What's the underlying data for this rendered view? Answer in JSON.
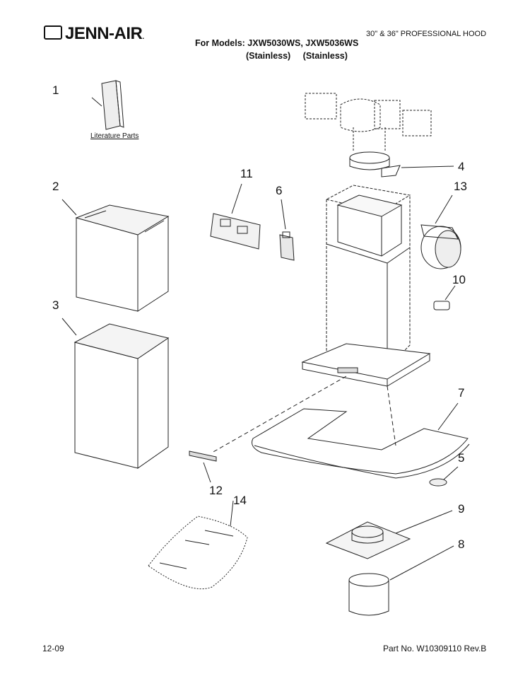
{
  "header": {
    "brand": "JENN-AIR",
    "brand_suffix": ".",
    "product": "30\" & 36\" PROFESSIONAL HOOD",
    "models_line": "For Models: JXW5030WS, JXW5036WS",
    "variants_line": "(Stainless) (Stainless)"
  },
  "labels": {
    "literature": "Literature Parts"
  },
  "callouts": [
    "1",
    "2",
    "3",
    "4",
    "5",
    "6",
    "7",
    "8",
    "9",
    "10",
    "11",
    "12",
    "13",
    "14"
  ],
  "footer": {
    "date": "12-09",
    "part_no": "Part No. W10309110 Rev.B"
  },
  "colors": {
    "line": "#222222",
    "shade": "#dddddd"
  }
}
